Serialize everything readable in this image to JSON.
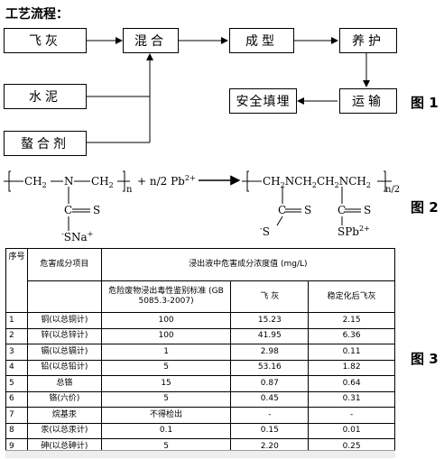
{
  "title": "工艺流程：",
  "flow": {
    "boxes": {
      "fly_ash": "飞灰",
      "mix": "混合",
      "forming": "成型",
      "curing": "养护",
      "cement": "水泥",
      "chelator": "螯合剂",
      "transport": "运输",
      "landfill": "安全填埋"
    },
    "label": "图 1"
  },
  "reaction": {
    "left_chain_a": "CH",
    "left_chain_b": "N",
    "left_chain_c": "CH",
    "sub2": "2",
    "n": "n",
    "plus_term": "+ n/2 Pb",
    "charge": "2+",
    "right_chain": "CH",
    "right_chain_mid1": "NCH",
    "right_chain_mid2": "CH",
    "right_chain_mid3": "NCH",
    "n2": "n/2",
    "c": "C",
    "s": "S",
    "s_na": "S",
    "na": "Na",
    "na_charge": "+",
    "s_pb": "SPb",
    "minus": "-",
    "label": "图 2"
  },
  "table": {
    "label": "图 3",
    "headers": {
      "seq": "序号",
      "item": "危害成分项目",
      "group": "浸出液中危害成分浓度值 (mg/L)",
      "standard": "危险废物浸出毒性鉴别标准 (GB 5085.3-2007)",
      "fly_ash": "飞 灰",
      "stabilized": "稳定化后飞灰"
    },
    "rows": [
      {
        "no": "1",
        "item": "铜(以总铜计)",
        "standard": "100",
        "fly_ash": "15.23",
        "stabilized": "2.15"
      },
      {
        "no": "2",
        "item": "锌(以总锌计)",
        "standard": "100",
        "fly_ash": "41.95",
        "stabilized": "6.36"
      },
      {
        "no": "3",
        "item": "镉(以总镉计)",
        "standard": "1",
        "fly_ash": "2.98",
        "stabilized": "0.11"
      },
      {
        "no": "4",
        "item": "铅(以总铅计)",
        "standard": "5",
        "fly_ash": "53.16",
        "stabilized": "1.82"
      },
      {
        "no": "5",
        "item": "总铬",
        "standard": "15",
        "fly_ash": "0.87",
        "stabilized": "0.64"
      },
      {
        "no": "6",
        "item": "铬(六价)",
        "standard": "5",
        "fly_ash": "0.45",
        "stabilized": "0.31"
      },
      {
        "no": "7",
        "item": "烷基汞",
        "standard": "不得检出",
        "fly_ash": "-",
        "stabilized": "-"
      },
      {
        "no": "8",
        "item": "汞(以总汞计)",
        "standard": "0.1",
        "fly_ash": "0.15",
        "stabilized": "0.01"
      },
      {
        "no": "9",
        "item": "砷(以总砷计)",
        "standard": "5",
        "fly_ash": "2.20",
        "stabilized": "0.25"
      }
    ]
  }
}
